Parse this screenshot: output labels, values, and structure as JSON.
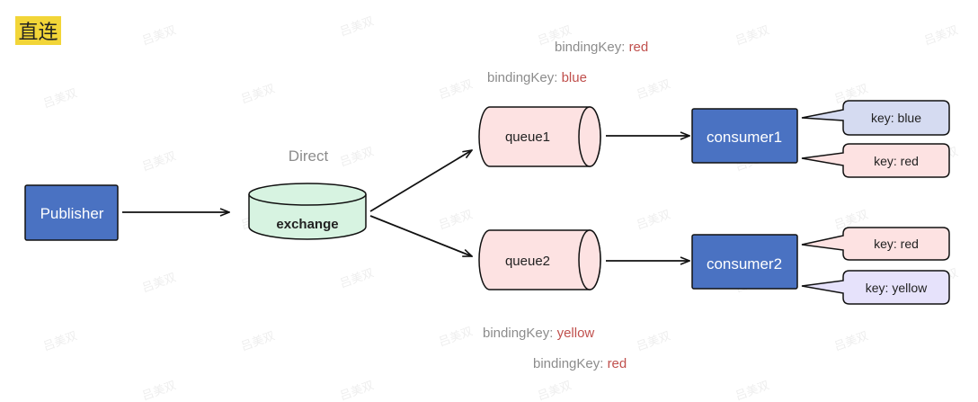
{
  "title": "直连",
  "watermark": "吕美双",
  "publisher": {
    "label": "Publisher"
  },
  "exchange": {
    "type_label": "Direct",
    "label": "exchange"
  },
  "queues": [
    {
      "label": "queue1",
      "binding_keys": [
        {
          "prefix": "bindingKey: ",
          "value": "red"
        },
        {
          "prefix": "bindingKey: ",
          "value": "blue"
        }
      ]
    },
    {
      "label": "queue2",
      "binding_keys": [
        {
          "prefix": "bindingKey: ",
          "value": "yellow"
        },
        {
          "prefix": "bindingKey: ",
          "value": "red"
        }
      ]
    }
  ],
  "consumers": [
    {
      "label": "consumer1",
      "keys": [
        {
          "text": "key: blue",
          "color": "#d5dbf1"
        },
        {
          "text": "key: red",
          "color": "#fde2e2"
        }
      ]
    },
    {
      "label": "consumer2",
      "keys": [
        {
          "text": "key: red",
          "color": "#fde2e2"
        },
        {
          "text": "key: yellow",
          "color": "#e6e2fb"
        }
      ]
    }
  ],
  "colors": {
    "node_blue": "#4a72c2",
    "queue_fill": "#fde2e2",
    "exchange_fill": "#d7f3e1",
    "binding_value": "#c0504d",
    "binding_prefix": "#8c8c8c"
  }
}
